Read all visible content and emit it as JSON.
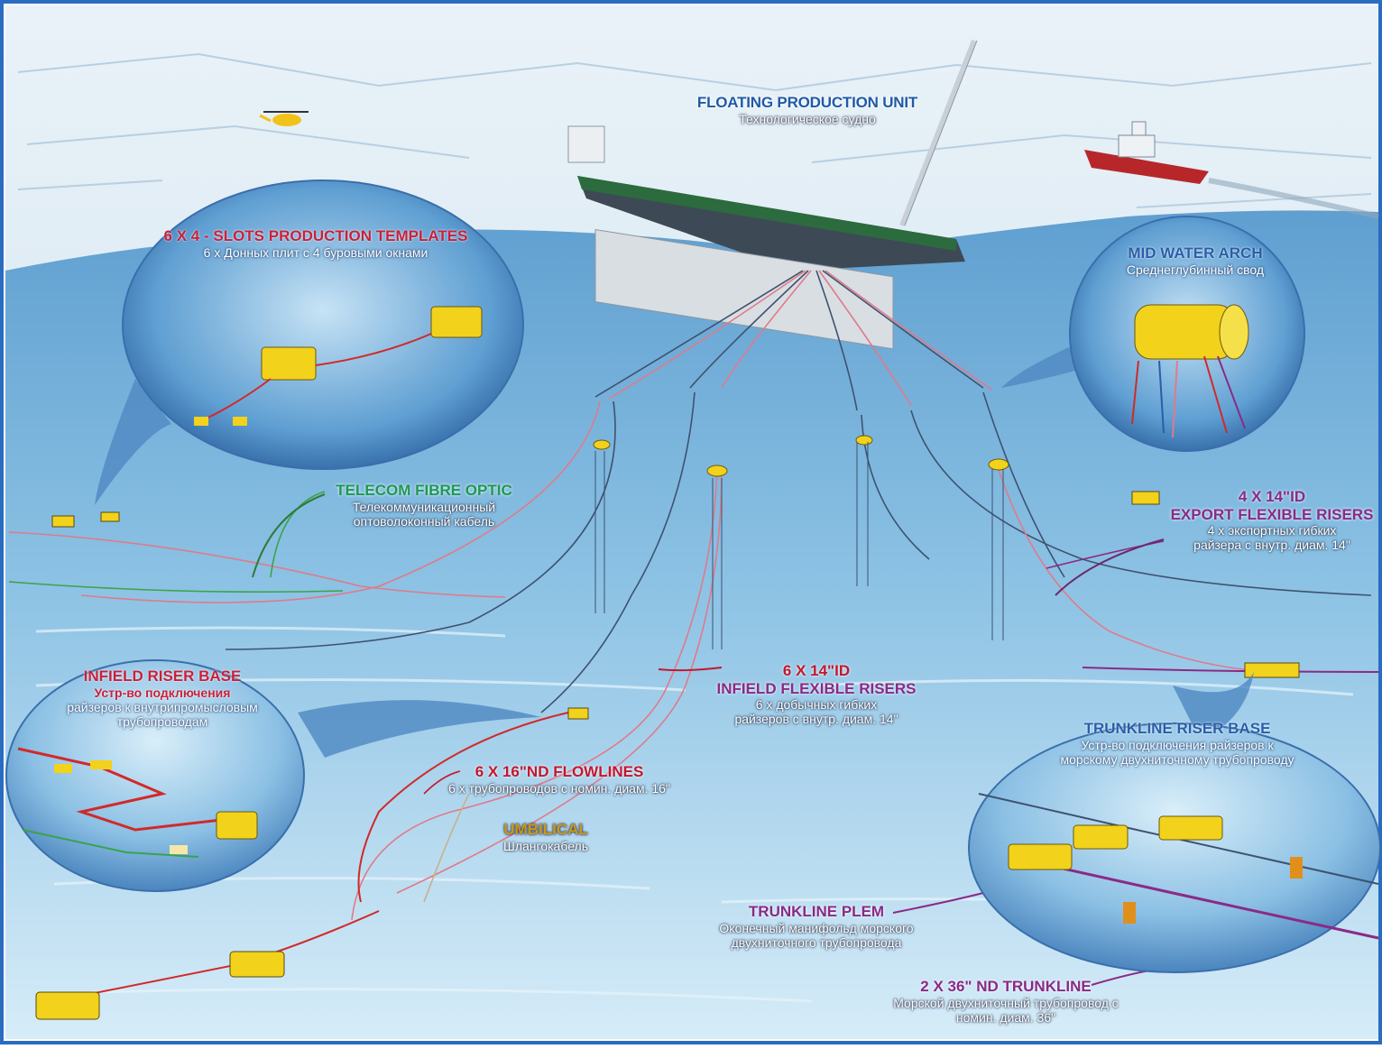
{
  "labels": {
    "fpu": {
      "en": "FLOATING PRODUCTION UNIT",
      "ru": "Технологическое судно"
    },
    "templates": {
      "en": "6 X 4 - SLOTS PRODUCTION TEMPLATES",
      "ru": "6 х Донных плит с 4 буровыми окнами"
    },
    "mid_arch": {
      "en": "MID WATER ARCH",
      "ru": "Среднеглубинный свод"
    },
    "telecom": {
      "en": "TELECOM FIBRE OPTIC",
      "ru1": "Телекоммуникационный",
      "ru2": "оптоволоконный кабель"
    },
    "export": {
      "en1": "4 X 14\"ID",
      "en2": "EXPORT FLEXIBLE RISERS",
      "ru1": "4 х экспортных гибких",
      "ru2": "райзера с внутр. диам. 14\""
    },
    "infield_riser_base": {
      "en": "INFIELD RISER BASE",
      "ru1": "Устр-во подключения",
      "ru2": "райзеров к внутрипромысловым",
      "ru3": "трубопроводам"
    },
    "infield_risers": {
      "en1": "6 X 14\"ID",
      "en2": "INFIELD FLEXIBLE RISERS",
      "ru1": "6 х добычных гибких",
      "ru2": "райзеров с внутр. диам. 14\""
    },
    "trunkline_riser_base": {
      "en": "TRUNKLINE RISER BASE",
      "ru1": "Устр-во подключения райзеров к",
      "ru2": "морскому двухниточному трубопроводу"
    },
    "flowlines": {
      "en": "6 X 16\"ND FLOWLINES",
      "ru": "6 х трубопроводов с номин. диам. 16\""
    },
    "umbilical": {
      "en": "UMBILICAL",
      "ru": "Шлангокабель"
    },
    "plem": {
      "en": "TRUNKLINE PLEM",
      "ru1": "Оконечный манифольд морского",
      "ru2": "двухниточного трубопровода"
    },
    "trunkline": {
      "en": "2 X 36\" ND TRUNKLINE",
      "ru1": "Морской двухниточный трубопровод с",
      "ru2": "номин. диам. 36\""
    }
  },
  "colors": {
    "ice": "#d9e8f2",
    "sea": "#7fb9dc",
    "sea_deep": "#4e8fc4",
    "seabed": "#cfe6f4",
    "riser_pink": "#e07a8a",
    "riser_dark": "#3e5270",
    "flowline_red": "#d02a2a",
    "fibre_green": "#3aa34a",
    "template_yellow": "#f2d21a"
  }
}
